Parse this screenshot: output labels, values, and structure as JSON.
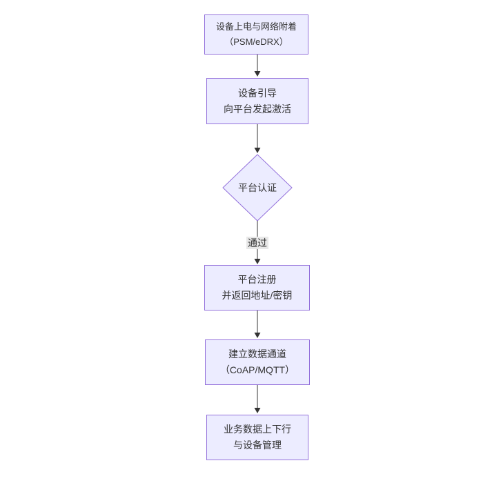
{
  "diagram": {
    "type": "flowchart",
    "direction": "top-down",
    "nodes": [
      {
        "id": "node-1",
        "shape": "rectangle",
        "lines": [
          "设备上电与网络附着",
          "（PSM/eDRX）"
        ]
      },
      {
        "id": "node-2",
        "shape": "rectangle",
        "lines": [
          "设备引导",
          "向平台发起激活"
        ]
      },
      {
        "id": "node-3",
        "shape": "diamond",
        "lines": [
          "平台认证"
        ]
      },
      {
        "id": "node-4",
        "shape": "rectangle",
        "lines": [
          "平台注册",
          "并返回地址/密钥"
        ]
      },
      {
        "id": "node-5",
        "shape": "rectangle",
        "lines": [
          "建立数据通道",
          "（CoAP/MQTT）"
        ]
      },
      {
        "id": "node-6",
        "shape": "rectangle",
        "lines": [
          "业务数据上下行",
          "与设备管理"
        ]
      }
    ],
    "edges": [
      {
        "from": "node-1",
        "to": "node-2",
        "label": ""
      },
      {
        "from": "node-2",
        "to": "node-3",
        "label": ""
      },
      {
        "from": "node-3",
        "to": "node-4",
        "label": "通过"
      },
      {
        "from": "node-4",
        "to": "node-5",
        "label": ""
      },
      {
        "from": "node-5",
        "to": "node-6",
        "label": ""
      }
    ],
    "colors": {
      "node_fill": "#ECECFF",
      "node_border": "#9370DB",
      "arrow": "#333333",
      "text": "#333333",
      "edge_label_bg": "#e8e8e8",
      "canvas_bg": "#ffffff"
    }
  }
}
